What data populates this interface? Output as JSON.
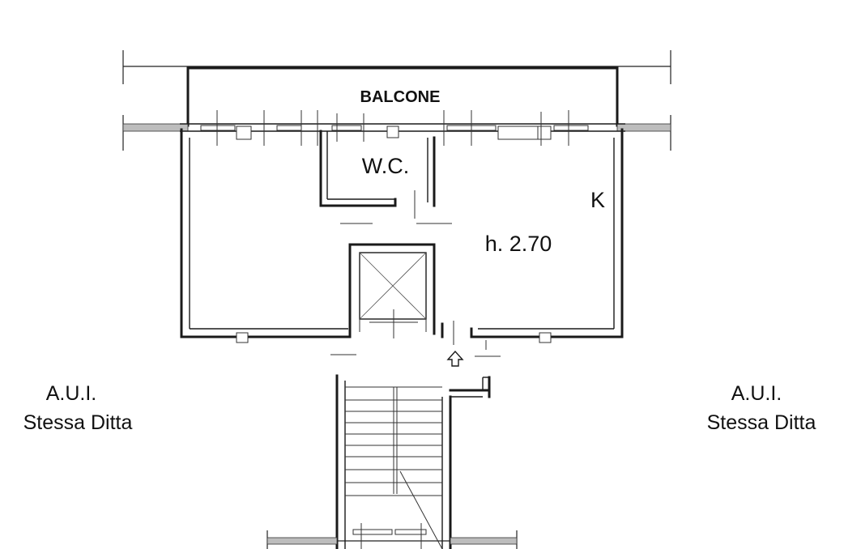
{
  "labels": {
    "balcony": "BALCONE",
    "wc": "W.C.",
    "kitchen": "K",
    "height": "h. 2.70",
    "left_aui": "A.U.I.",
    "left_owner": "Stessa Ditta",
    "right_aui": "A.U.I.",
    "right_owner": "Stessa Ditta"
  },
  "colors": {
    "line": "#1a1a1a",
    "background": "#ffffff"
  },
  "icons": {
    "entrance": "entrance-arrow-icon",
    "elevator": "elevator-shaft-icon"
  }
}
